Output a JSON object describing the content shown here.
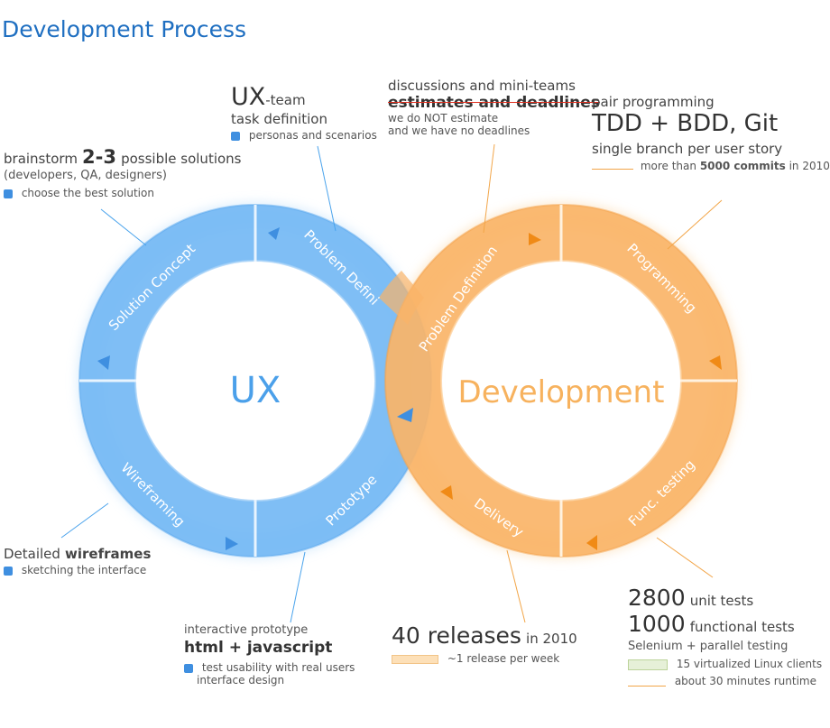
{
  "title": "Development Process",
  "colors": {
    "ux": "#6fb5f2",
    "dev": "#f9b86a",
    "title": "#1f6fc1",
    "strike": "#e03020"
  },
  "ux": {
    "center_label": "UX",
    "segments": [
      "Problem Defini",
      "Solution Concept",
      "Wireframing",
      "Prototype"
    ]
  },
  "dev": {
    "center_label": "Development",
    "segments": [
      "Problem Definition",
      "Programming",
      "Func. testing",
      "Delivery"
    ]
  },
  "annotations": {
    "brainstorm": {
      "prefix": "brainstorm",
      "num": "2-3",
      "suffix": "possible solutions",
      "line2": "(developers, QA, designers)",
      "line3": "choose the best solution",
      "icon": "document-icon"
    },
    "ux_team": {
      "big": "UX",
      "suffix": "-team",
      "line2": "task definition",
      "line3": "personas and scenarios",
      "icon": "people-icon"
    },
    "discussions": {
      "line1": "discussions and mini-teams",
      "strike": "estimates and deadlines",
      "line3": "we do NOT estimate",
      "line4": "and we have no deadlines"
    },
    "pair": {
      "line1": "pair programming",
      "big": "TDD + BDD, Git",
      "line3": "single branch per user story",
      "line4_prefix": "more than",
      "line4_bold": "5000 commits",
      "line4_suffix": "in 2010",
      "icon": "sparkline-icon"
    },
    "wireframes": {
      "prefix": "Detailed",
      "bold": "wireframes",
      "line2": "sketching the interface",
      "icon": "grid-icon"
    },
    "prototype": {
      "line1": "interactive prototype",
      "big": "html + javascript",
      "line3": "test usability with real users",
      "line4": "interface design",
      "icon": "monitor-icon"
    },
    "releases": {
      "big": "40 releases",
      "suffix": "in 2010",
      "line2": "~1 release per week",
      "icon": "timeline-icon"
    },
    "tests": {
      "num1": "2800",
      "text1": "unit tests",
      "num2": "1000",
      "text2": "functional tests",
      "line3": "Selenium + parallel testing",
      "line4": "15 virtualized Linux clients",
      "line5": "about 30 minutes runtime",
      "icon1": "network-icon",
      "icon2": "chart-icon"
    }
  }
}
